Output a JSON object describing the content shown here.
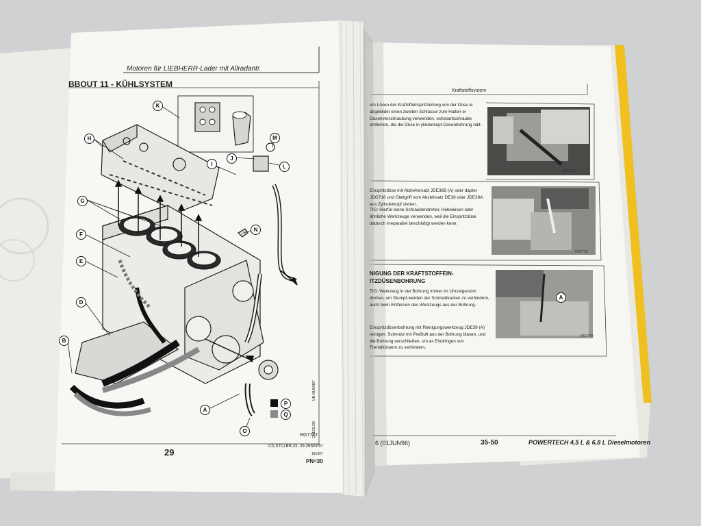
{
  "left_page": {
    "running_header": "Motoren für LIEBHERR-Lader mit Allradantr.",
    "section_title": "BBOUT 11 - KÜHLSYSTEM",
    "callouts": [
      "K",
      "H",
      "M",
      "J",
      "I",
      "L",
      "G",
      "N",
      "F",
      "E",
      "D",
      "B",
      "A",
      "P",
      "Q",
      "O"
    ],
    "figure_ref": "RG7772",
    "side_code_1": "UN-09JUN97",
    "side_code_2": "CD1211/09",
    "doc_ref": "CD,STCLBR,33 -29-26SEP97",
    "page_number": "29",
    "date_code": "181097",
    "pn": "PN=30"
  },
  "right_page": {
    "running_header": "Kraftstoffsystem",
    "block1": "um Lösen der Kraftoffeinspritzleitung von der Düse ie abgebildet einen zweiten Schlüssel zum Halten er Düsenverschraubung verwenden. echskantschraube entfernen, die die Düse in ylinderkopf-Düsenbohrung hält.",
    "block2": "Einspritzdüse mit Abziehersatz JDE38B (A) oder dapter JDG716 und Gleitgriff vom Abziehsatz DE38 oder JDE38A aus Zylinderkopf ziehen.",
    "block3": "TIG: Hierfür keine Schraubendreher, Hebeleisen oder ähnliche Werkzeuge verwenden, weil die Einspritzdüse dadurch irreparabel beschädigt werden kann.",
    "block4": "NIGUNG DER KRAFTSTOFFEIN-ITZDÜSENBOHRUNG",
    "block5": "TIG: Werkzeug in der Bohrung immer im Uhrzeigersinn drehen, um Stumpf-werden der Schneidkanten zu verhindern, auch beim Entfernen des Werkzeugs aus der Bohrung.",
    "block6": "Einspritzdüsenbohrung mit Reinigungswerkzeug JDE39 (A) reinigen. Schmutz mit Preßluft aus der Bohrung blasen, und die Bohrung verschließen, um as Eindringen von Fremdkörpern zu verhindern.",
    "photo_refs": [
      "RG7725",
      "RG7726",
      "RG7743"
    ],
    "photo_callout": "A",
    "footer_left": "6 (01JUN96)",
    "footer_page": "35-50",
    "footer_brand": "POWERTECH 4,5 L & 6,8 L Dieselmotoren"
  },
  "colors": {
    "table": "#cfd1d2",
    "paper": "#f6f6f3",
    "yellow_edge": "#f0c020"
  }
}
